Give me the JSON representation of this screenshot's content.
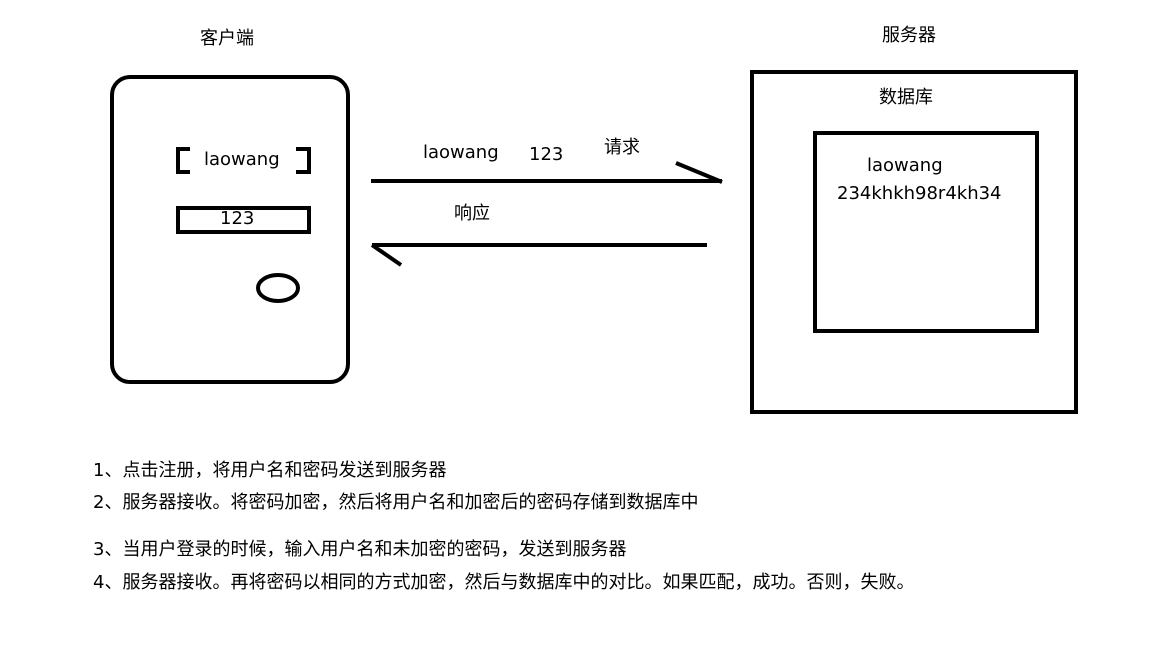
{
  "client": {
    "title": "客户端",
    "username_value": "laowang",
    "password_value": "123"
  },
  "server": {
    "title": "服务器",
    "database": {
      "title": "数据库",
      "stored_username": "laowang",
      "stored_hash": "234khkh98r4kh34"
    }
  },
  "request_arrow": {
    "username": "laowang",
    "password": "123",
    "label": "请求"
  },
  "response_arrow": {
    "label": "响应"
  },
  "notes": [
    "1、点击注册，将用户名和密码发送到服务器",
    "2、服务器接收。将密码加密，然后将用户名和加密后的密码存储到数据库中",
    "3、当用户登录的时候，输入用户名和未加密的密码，发送到服务器",
    "4、服务器接收。再将密码以相同的方式加密，然后与数据库中的对比。如果匹配，成功。否则，失败。"
  ]
}
